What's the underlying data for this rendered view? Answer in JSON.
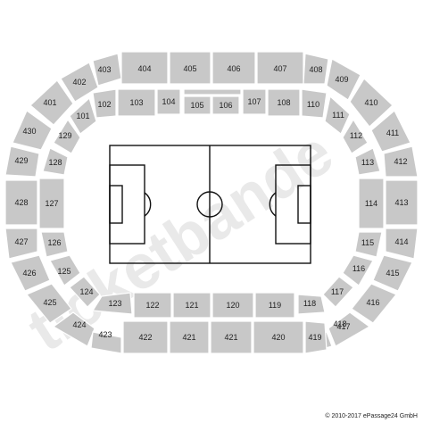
{
  "watermark": "ticketbande",
  "copyright": "© 2010-2017 ePassage24 GmbH",
  "colors": {
    "section_fill": "#c8c8c8",
    "pitch_line": "#111111",
    "background": "#ffffff"
  },
  "sections": {
    "s403": "403",
    "s404": "404",
    "s405": "405",
    "s406": "406",
    "s407": "407",
    "s408": "408",
    "s402": "402",
    "s409": "409",
    "s401": "401",
    "s410": "410",
    "s430": "430",
    "s411": "411",
    "s429": "429",
    "s412": "412",
    "s428": "428",
    "s413": "413",
    "s427": "427",
    "s414": "414",
    "s426": "426",
    "s415": "415",
    "s425": "425",
    "s416": "416",
    "s424": "424",
    "s417": "417",
    "s423": "423",
    "s418": "418",
    "s422": "422",
    "s421a": "421",
    "s421b": "421",
    "s420": "420",
    "s419": "419",
    "s102": "102",
    "s103": "103",
    "s104": "104",
    "s105": "105",
    "s106": "106",
    "s107": "107",
    "s108": "108",
    "s110": "110",
    "s101": "101",
    "s111": "111",
    "s129": "129",
    "s112": "112",
    "s128": "128",
    "s113": "113",
    "s127": "127",
    "s114": "114",
    "s126": "126",
    "s115": "115",
    "s125": "125",
    "s116": "116",
    "s124": "124",
    "s117": "117",
    "s123": "123",
    "s122": "122",
    "s121": "121",
    "s120": "120",
    "s119": "119",
    "s118": "118"
  }
}
